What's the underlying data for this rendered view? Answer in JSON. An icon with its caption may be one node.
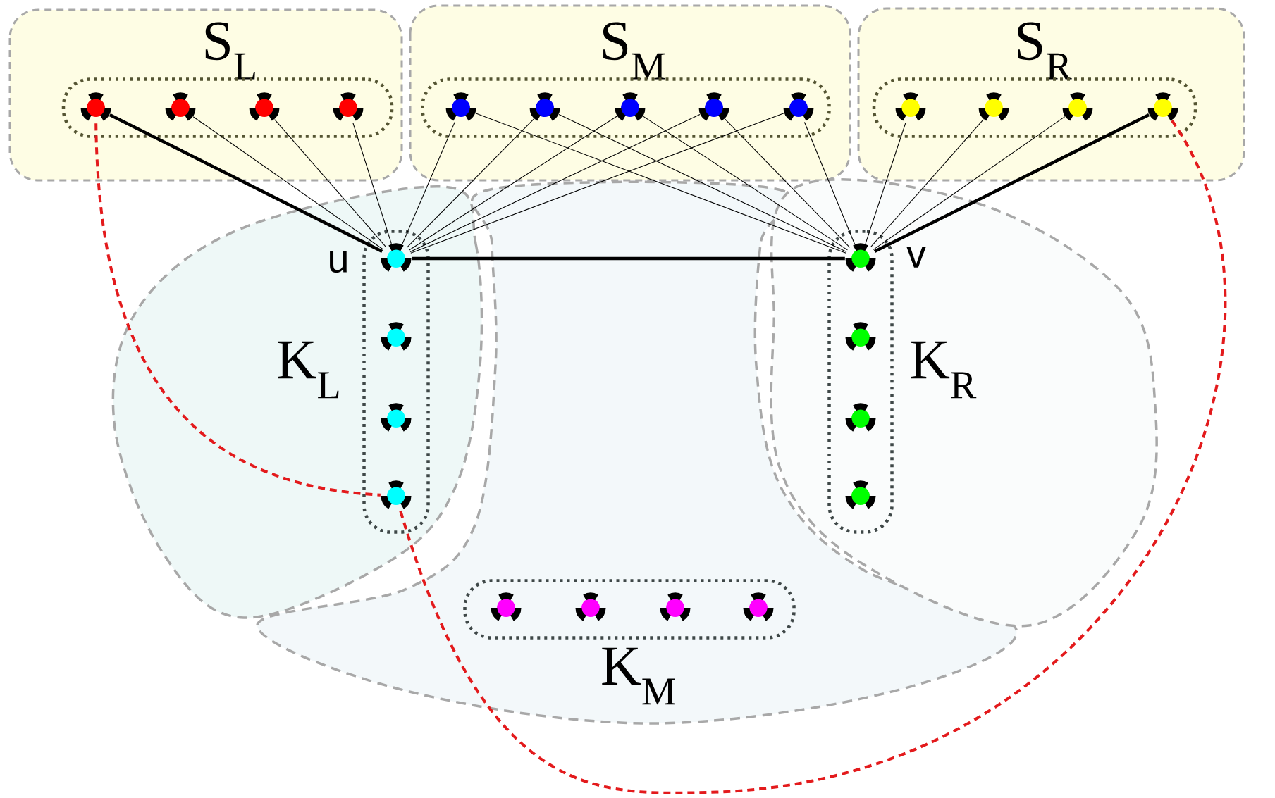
{
  "diagram": {
    "nodes": [
      {
        "text": [
          "S$_{L}$"
        ]
      },
      {
        "text": [],
        "shape": "box",
        "in": 0
      },
      {
        "text": [],
        "shape": "circle",
        "in": 1
      },
      {
        "text": [],
        "shape": "circle",
        "in": 1
      },
      {
        "text": [],
        "shape": "circle",
        "in": 1
      },
      {
        "text": [],
        "shape": "circle",
        "in": 1
      },
      {
        "text": [
          "S$_{M}$"
        ]
      },
      {
        "text": [],
        "shape": "box",
        "in": 6
      },
      {
        "text": [],
        "shape": "circle",
        "in": 7
      },
      {
        "text": [],
        "shape": "circle",
        "in": 7
      },
      {
        "text": [],
        "shape": "circle",
        "in": 7
      },
      {
        "text": [],
        "shape": "circle",
        "in": 7
      },
      {
        "text": [],
        "shape": "circle",
        "in": 7
      },
      {
        "text": [
          "S$_{R}$"
        ]
      },
      {
        "text": [],
        "shape": "box",
        "in": 13
      },
      {
        "text": [],
        "shape": "circle",
        "in": 14
      },
      {
        "text": [],
        "shape": "circle",
        "in": 14
      },
      {
        "text": [],
        "shape": "circle",
        "in": 14
      },
      {
        "text": [],
        "shape": "circle",
        "in": 14
      },
      {
        "text": [
          "K$_{L}$"
        ]
      },
      {
        "text": [],
        "shape": "box",
        "in": 19
      },
      {
        "text": [],
        "shape": "circle",
        "in": 20,
        "beside": [
          "u"
        ]
      },
      {
        "text": [],
        "shape": "circle",
        "in": 20
      },
      {
        "text": [],
        "shape": "circle",
        "in": 20
      },
      {
        "text": [],
        "shape": "circle",
        "in": 20
      },
      {
        "text": [
          "K$_{M}$"
        ]
      },
      {
        "text": [],
        "shape": "box",
        "in": 25
      },
      {
        "text": [],
        "shape": "circle",
        "in": 26
      },
      {
        "text": [],
        "shape": "circle",
        "in": 26
      },
      {
        "text": [],
        "shape": "circle",
        "in": 26
      },
      {
        "text": [],
        "shape": "circle",
        "in": 26
      },
      {
        "text": [
          "K$_{R}$"
        ]
      },
      {
        "text": [],
        "shape": "box",
        "in": 31
      },
      {
        "text": [],
        "shape": "circle",
        "in": 32,
        "beside": [
          "v"
        ]
      },
      {
        "text": [],
        "shape": "circle",
        "in": 32
      },
      {
        "text": [],
        "shape": "circle",
        "in": 32
      },
      {
        "text": [],
        "shape": "circle",
        "in": 32
      }
    ],
    "edges": [
      {
        "from": 2,
        "to": 21,
        "arrow": "none",
        "style": "thick"
      },
      {
        "from": 3,
        "to": 21,
        "arrow": "none"
      },
      {
        "from": 4,
        "to": 21,
        "arrow": "none"
      },
      {
        "from": 5,
        "to": 21,
        "arrow": "none"
      },
      {
        "from": 8,
        "to": 21,
        "arrow": "none"
      },
      {
        "from": 9,
        "to": 21,
        "arrow": "none"
      },
      {
        "from": 10,
        "to": 21,
        "arrow": "none"
      },
      {
        "from": 11,
        "to": 21,
        "arrow": "none"
      },
      {
        "from": 12,
        "to": 21,
        "arrow": "none"
      },
      {
        "from": 8,
        "to": 33,
        "arrow": "none"
      },
      {
        "from": 9,
        "to": 33,
        "arrow": "none"
      },
      {
        "from": 10,
        "to": 33,
        "arrow": "none"
      },
      {
        "from": 11,
        "to": 33,
        "arrow": "none"
      },
      {
        "from": 12,
        "to": 33,
        "arrow": "none"
      },
      {
        "from": 15,
        "to": 33,
        "arrow": "none"
      },
      {
        "from": 16,
        "to": 33,
        "arrow": "none"
      },
      {
        "from": 17,
        "to": 33,
        "arrow": "none"
      },
      {
        "from": 18,
        "to": 33,
        "arrow": "none",
        "style": "thick"
      },
      {
        "from": 21,
        "to": 33,
        "arrow": "none",
        "style": "thick"
      },
      {
        "from": 2,
        "to": 24,
        "arrow": "none",
        "style": "dashed",
        "color": "#e31a1c"
      },
      {
        "from": 24,
        "to": 18,
        "arrow": "none",
        "style": "dashed",
        "color": "#e31a1c"
      }
    ]
  }
}
